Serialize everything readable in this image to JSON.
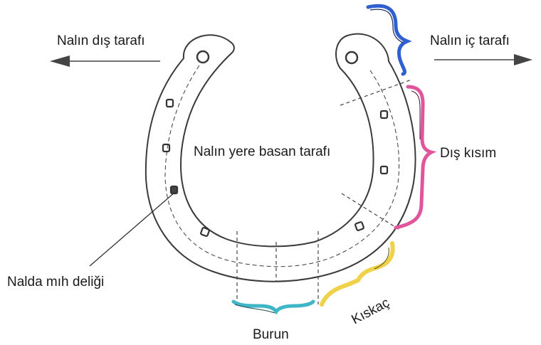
{
  "labels": {
    "outer_side": "Nalın dış tarafı",
    "inner_side": "Nalın iç tarafı",
    "ground_side": "Nalın yere basan tarafı",
    "outer_part": "Dış kısım",
    "nail_hole": "Nalda mıh deliği",
    "toe": "Burun",
    "clip": "Kıskaç"
  },
  "colors": {
    "shoe_outline": "#3a3a3a",
    "blue_brace": "#2f5fd0",
    "pink_brace": "#e0559c",
    "yellow_brace": "#f0d24a",
    "cyan_brace": "#3fb6c6",
    "arrow": "#444444"
  },
  "icons": {
    "left_arrow": "arrow-left-icon",
    "right_arrow": "arrow-right-icon"
  }
}
